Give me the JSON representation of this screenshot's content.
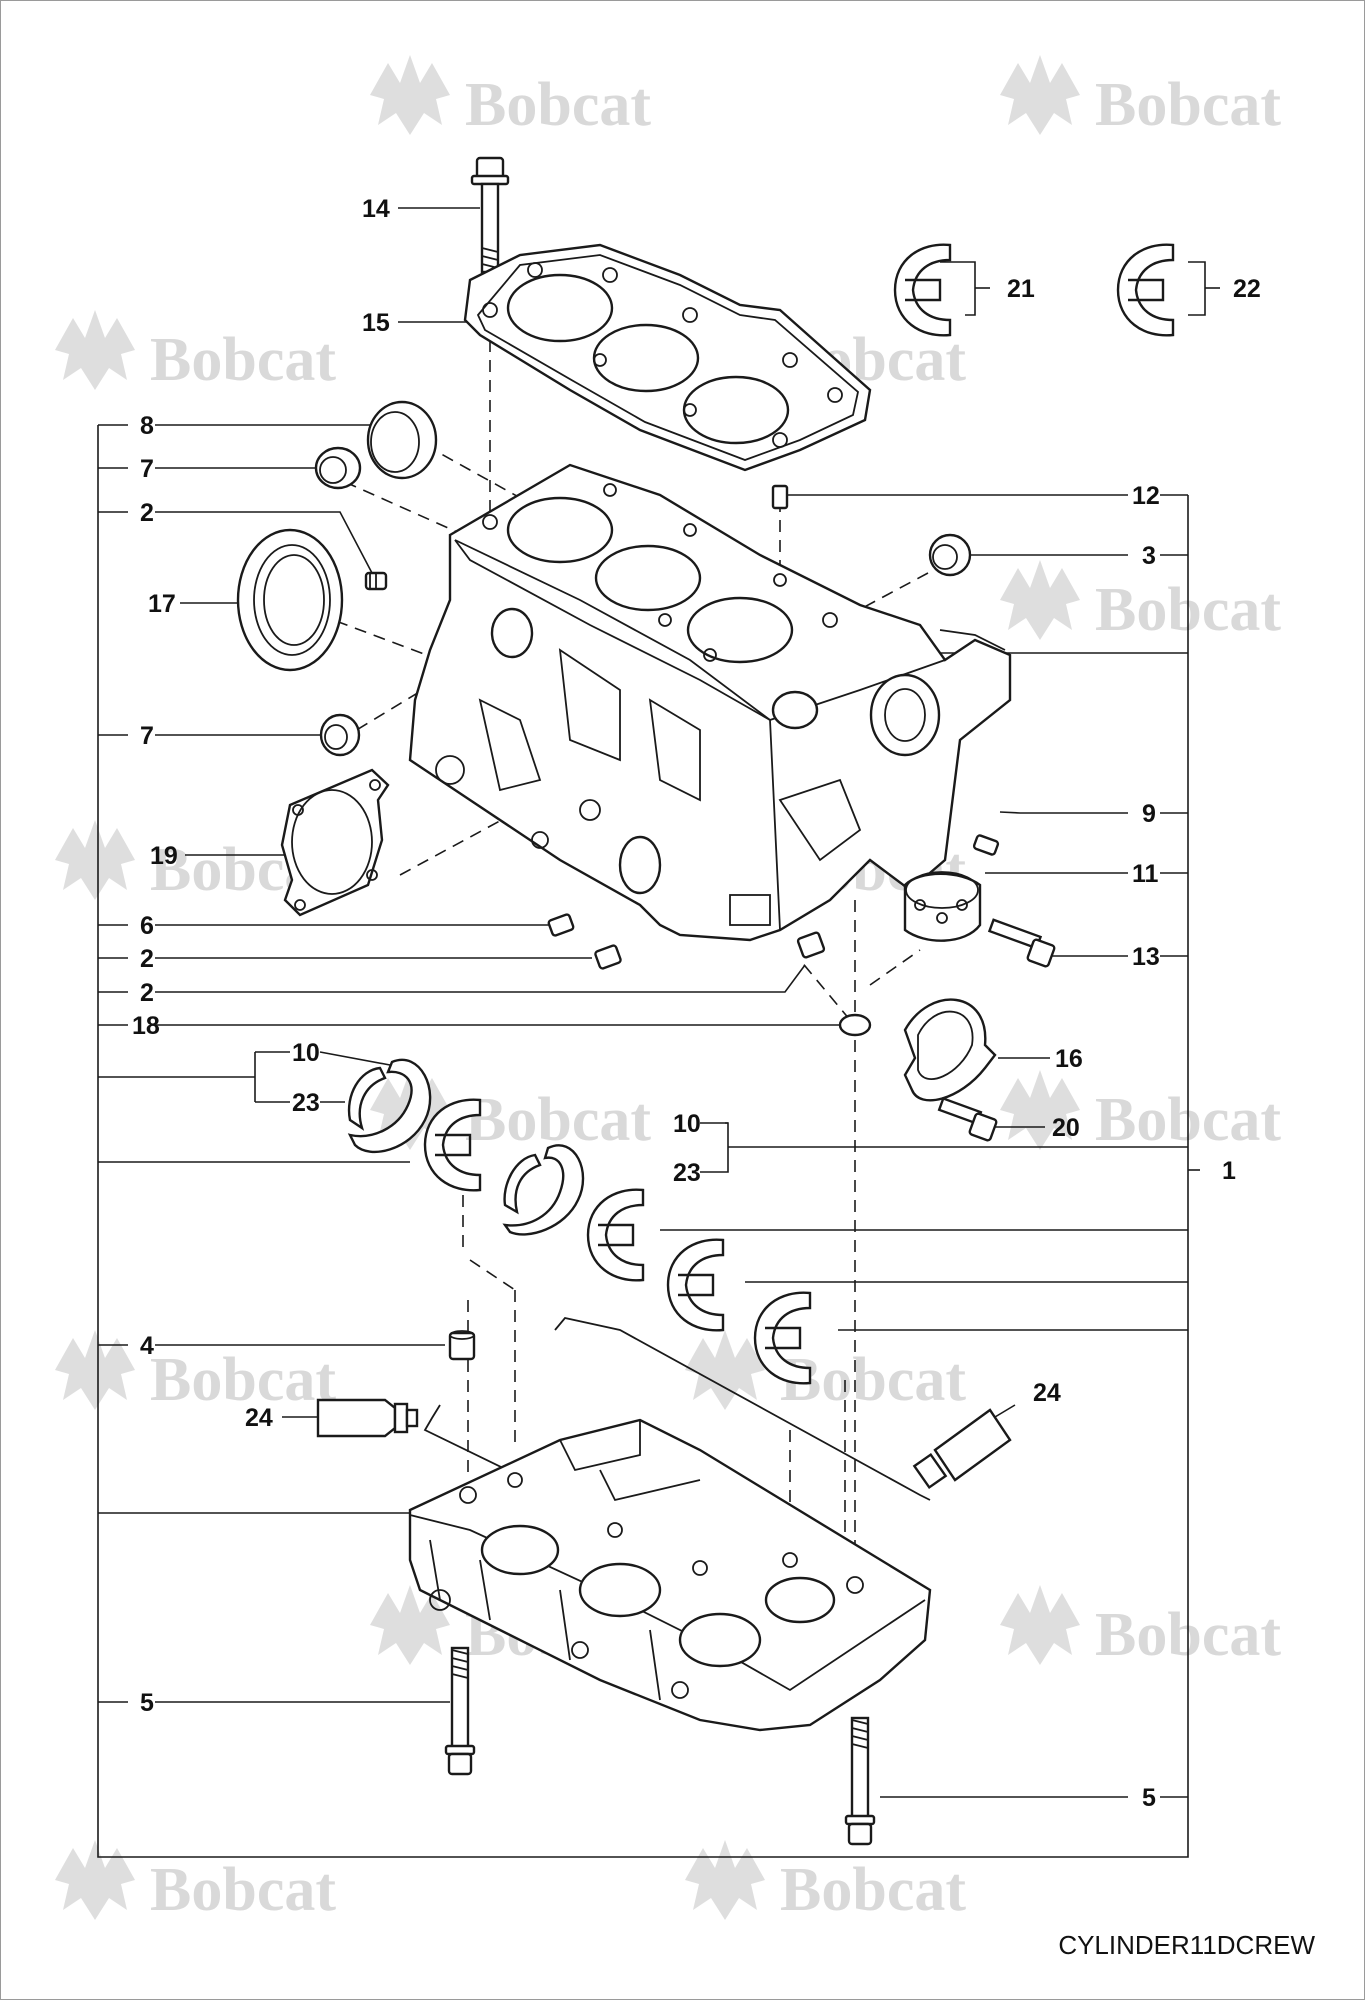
{
  "brand": "Bobcat",
  "drawing_code": "CYLINDER11DCREW",
  "callouts": [
    {
      "id": "c-14",
      "label": "14"
    },
    {
      "id": "c-15",
      "label": "15"
    },
    {
      "id": "c-21",
      "label": "21"
    },
    {
      "id": "c-22",
      "label": "22"
    },
    {
      "id": "c-8",
      "label": "8"
    },
    {
      "id": "c-7a",
      "label": "7"
    },
    {
      "id": "c-2a",
      "label": "2"
    },
    {
      "id": "c-17",
      "label": "17"
    },
    {
      "id": "c-7b",
      "label": "7"
    },
    {
      "id": "c-19",
      "label": "19"
    },
    {
      "id": "c-6",
      "label": "6"
    },
    {
      "id": "c-2b",
      "label": "2"
    },
    {
      "id": "c-2c",
      "label": "2"
    },
    {
      "id": "c-18",
      "label": "18"
    },
    {
      "id": "c-12",
      "label": "12"
    },
    {
      "id": "c-3",
      "label": "3"
    },
    {
      "id": "c-9",
      "label": "9"
    },
    {
      "id": "c-11",
      "label": "11"
    },
    {
      "id": "c-13",
      "label": "13"
    },
    {
      "id": "c-16",
      "label": "16"
    },
    {
      "id": "c-20",
      "label": "20"
    },
    {
      "id": "c-1",
      "label": "1"
    },
    {
      "id": "c-10a",
      "label": "10"
    },
    {
      "id": "c-23a",
      "label": "23"
    },
    {
      "id": "c-10b",
      "label": "10"
    },
    {
      "id": "c-23b",
      "label": "23"
    },
    {
      "id": "c-4",
      "label": "4"
    },
    {
      "id": "c-24a",
      "label": "24"
    },
    {
      "id": "c-24b",
      "label": "24"
    },
    {
      "id": "c-5a",
      "label": "5"
    },
    {
      "id": "c-5b",
      "label": "5"
    }
  ]
}
